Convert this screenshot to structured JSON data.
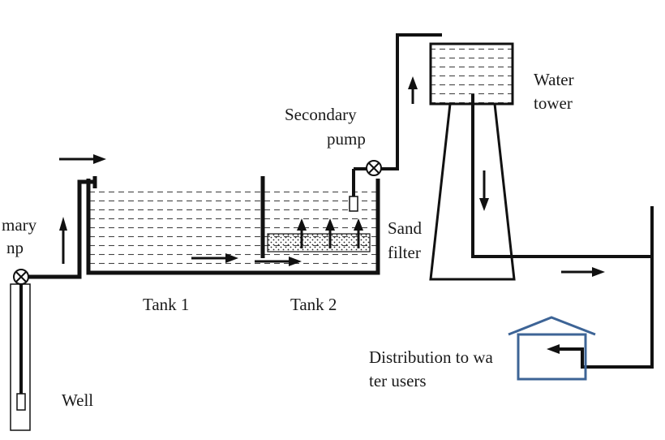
{
  "labels": {
    "primary_pump_line1": "mary",
    "primary_pump_line2": "np",
    "well": "Well",
    "tank1": "Tank 1",
    "tank2": "Tank 2",
    "secondary_pump_line1": "Secondary",
    "secondary_pump_line2": "pump",
    "sand_filter_line1": "Sand",
    "sand_filter_line2": "filter",
    "water_tower_line1": "Water",
    "water_tower_line2": "tower",
    "distribution_line1": "Distribution to wa",
    "distribution_line2": "ter users"
  },
  "colors": {
    "line": "#111111",
    "water_dash": "#444444",
    "house": "#3d6496",
    "background": "#ffffff"
  },
  "icons": {
    "pump": "valve-cross-circle-icon",
    "flow_arrow": "arrow-icon",
    "house": "house-icon"
  }
}
